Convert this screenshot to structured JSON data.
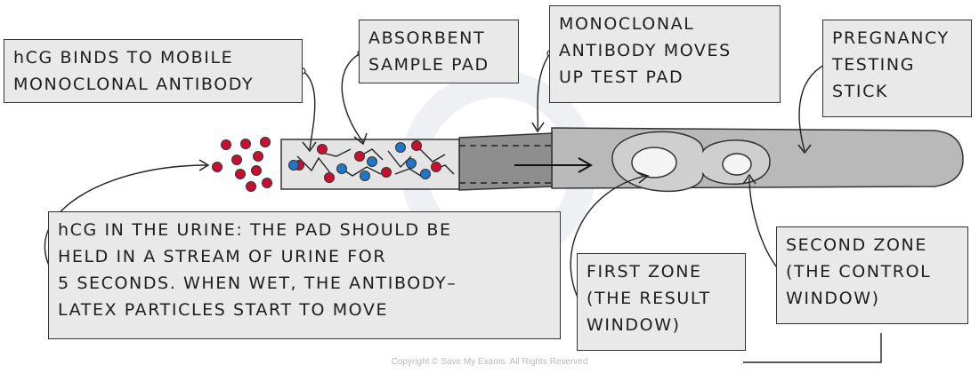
{
  "labels": {
    "hcg_binds": "hCG BINDS TO MOBILE\nMONOCLONAL ANTIBODY",
    "absorbent_pad": "ABSORBENT\nSAMPLE PAD",
    "antibody_moves": "MONOCLONAL\nANTIBODY MOVES\nUP TEST PAD",
    "testing_stick": "PREGNANCY\nTESTING\nSTICK",
    "hcg_urine": "hCG IN THE URINE: THE PAD SHOULD BE\nHELD IN A STREAM OF URINE FOR\n5 SECONDS. WHEN WET, THE ANTIBODY–\nLATEX PARTICLES START TO MOVE",
    "first_zone": "FIRST ZONE\n(THE RESULT\nWINDOW)",
    "second_zone": "SECOND ZONE\n(THE CONTROL\nWINDOW)"
  },
  "copyright": "Copyright © Save My Exams. All Rights Reserved",
  "colors": {
    "hcg_particle": "#c8102e",
    "antibody_particle": "#1f77c8",
    "label_fill": "#e9e9e9",
    "pad_fill": "#e4e4e4",
    "stick_fill": "#b9b9b9",
    "casing_dark": "#8e8e8e"
  }
}
